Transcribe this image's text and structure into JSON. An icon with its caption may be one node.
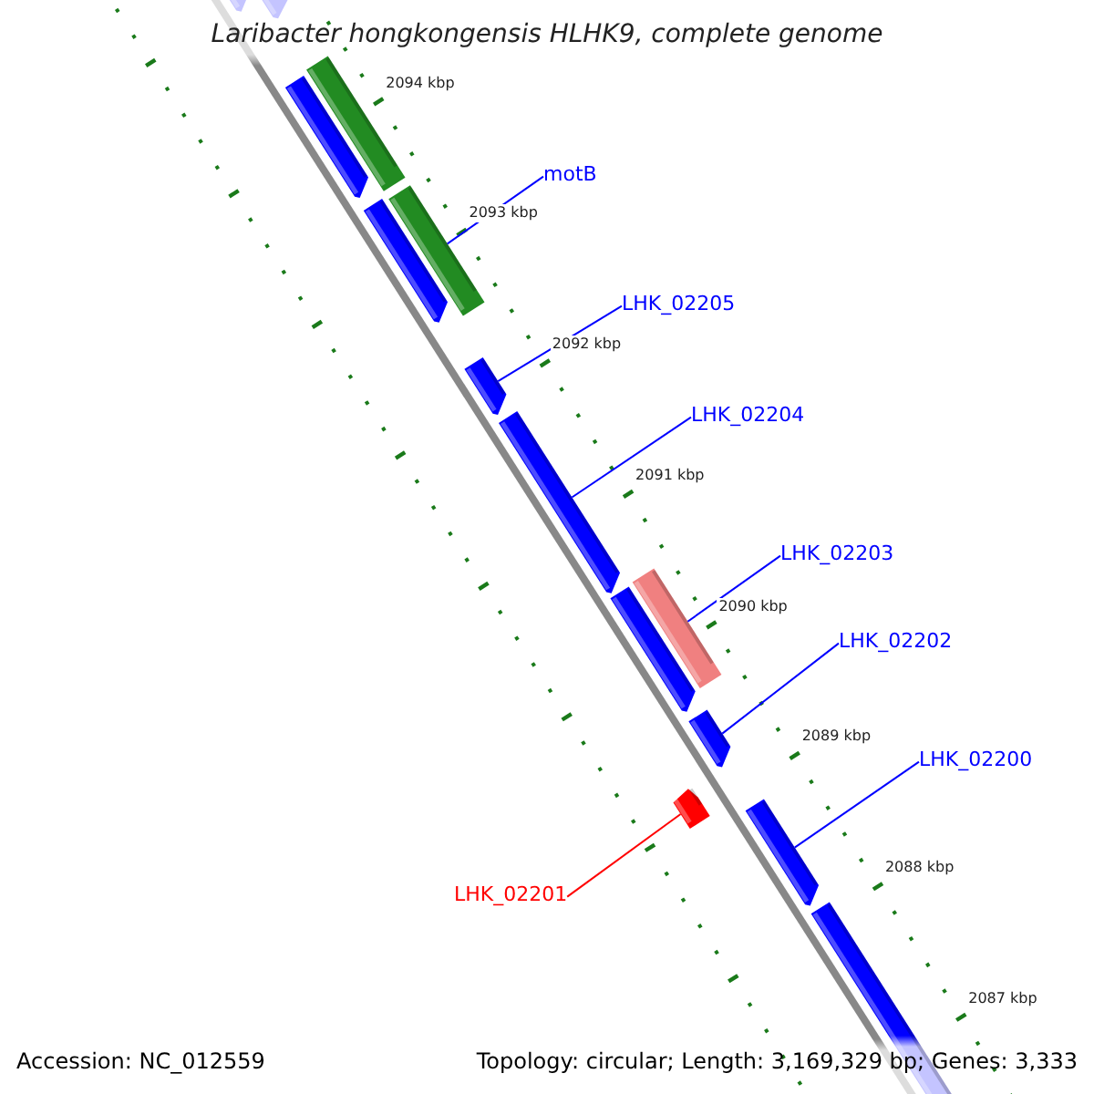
{
  "diagram": {
    "title": "Laribacter hongkongensis HLHK9, complete genome",
    "nodes": [
      {
        "text": [],
        "shape": "bar"
      },
      {
        "text": [],
        "shape": "bar"
      },
      {
        "text": [],
        "shape": "bar"
      },
      {
        "text": [],
        "shape": "bar"
      },
      {
        "text": [],
        "shape": "bar"
      },
      {
        "text": [],
        "shape": "bar"
      },
      {
        "text": [],
        "shape": "bar"
      },
      {
        "text": [],
        "shape": "bar"
      },
      {
        "text": [],
        "shape": "bar"
      },
      {
        "text": [],
        "shape": "bar"
      },
      {
        "text": [],
        "shape": "bar"
      },
      {
        "text": [],
        "shape": "bar"
      },
      {
        "text": [],
        "shape": "bar"
      },
      {
        "text": [],
        "shape": "bar"
      },
      {
        "text": [
          "motB"
        ]
      },
      {
        "text": [
          "LHK_02205"
        ]
      },
      {
        "text": [
          "LHK_02204"
        ]
      },
      {
        "text": [
          "LHK_02203"
        ]
      },
      {
        "text": [
          "LHK_02202"
        ]
      },
      {
        "text": [
          "LHK_02200"
        ]
      },
      {
        "text": [
          "LHK_02201"
        ]
      }
    ],
    "edges": [
      {
        "from": 14,
        "to": 5,
        "arrow": "none"
      },
      {
        "from": 15,
        "to": 6,
        "arrow": "none"
      },
      {
        "from": 16,
        "to": 7,
        "arrow": "none"
      },
      {
        "from": 17,
        "to": 8,
        "arrow": "none"
      },
      {
        "from": 18,
        "to": 10,
        "arrow": "none"
      },
      {
        "from": 19,
        "to": 12,
        "arrow": "none"
      },
      {
        "from": 20,
        "to": 11,
        "arrow": "none",
        "color": "#ff0000"
      }
    ],
    "labels": [
      "2094 kbp",
      "2093 kbp",
      "2092 kbp",
      "2091 kbp",
      "2090 kbp",
      "2089 kbp",
      "2088 kbp",
      "2087 kbp",
      "Accession: NC_012559",
      "Topology: circular; Length: 3,169,329 bp; Genes: 3,333"
    ]
  }
}
